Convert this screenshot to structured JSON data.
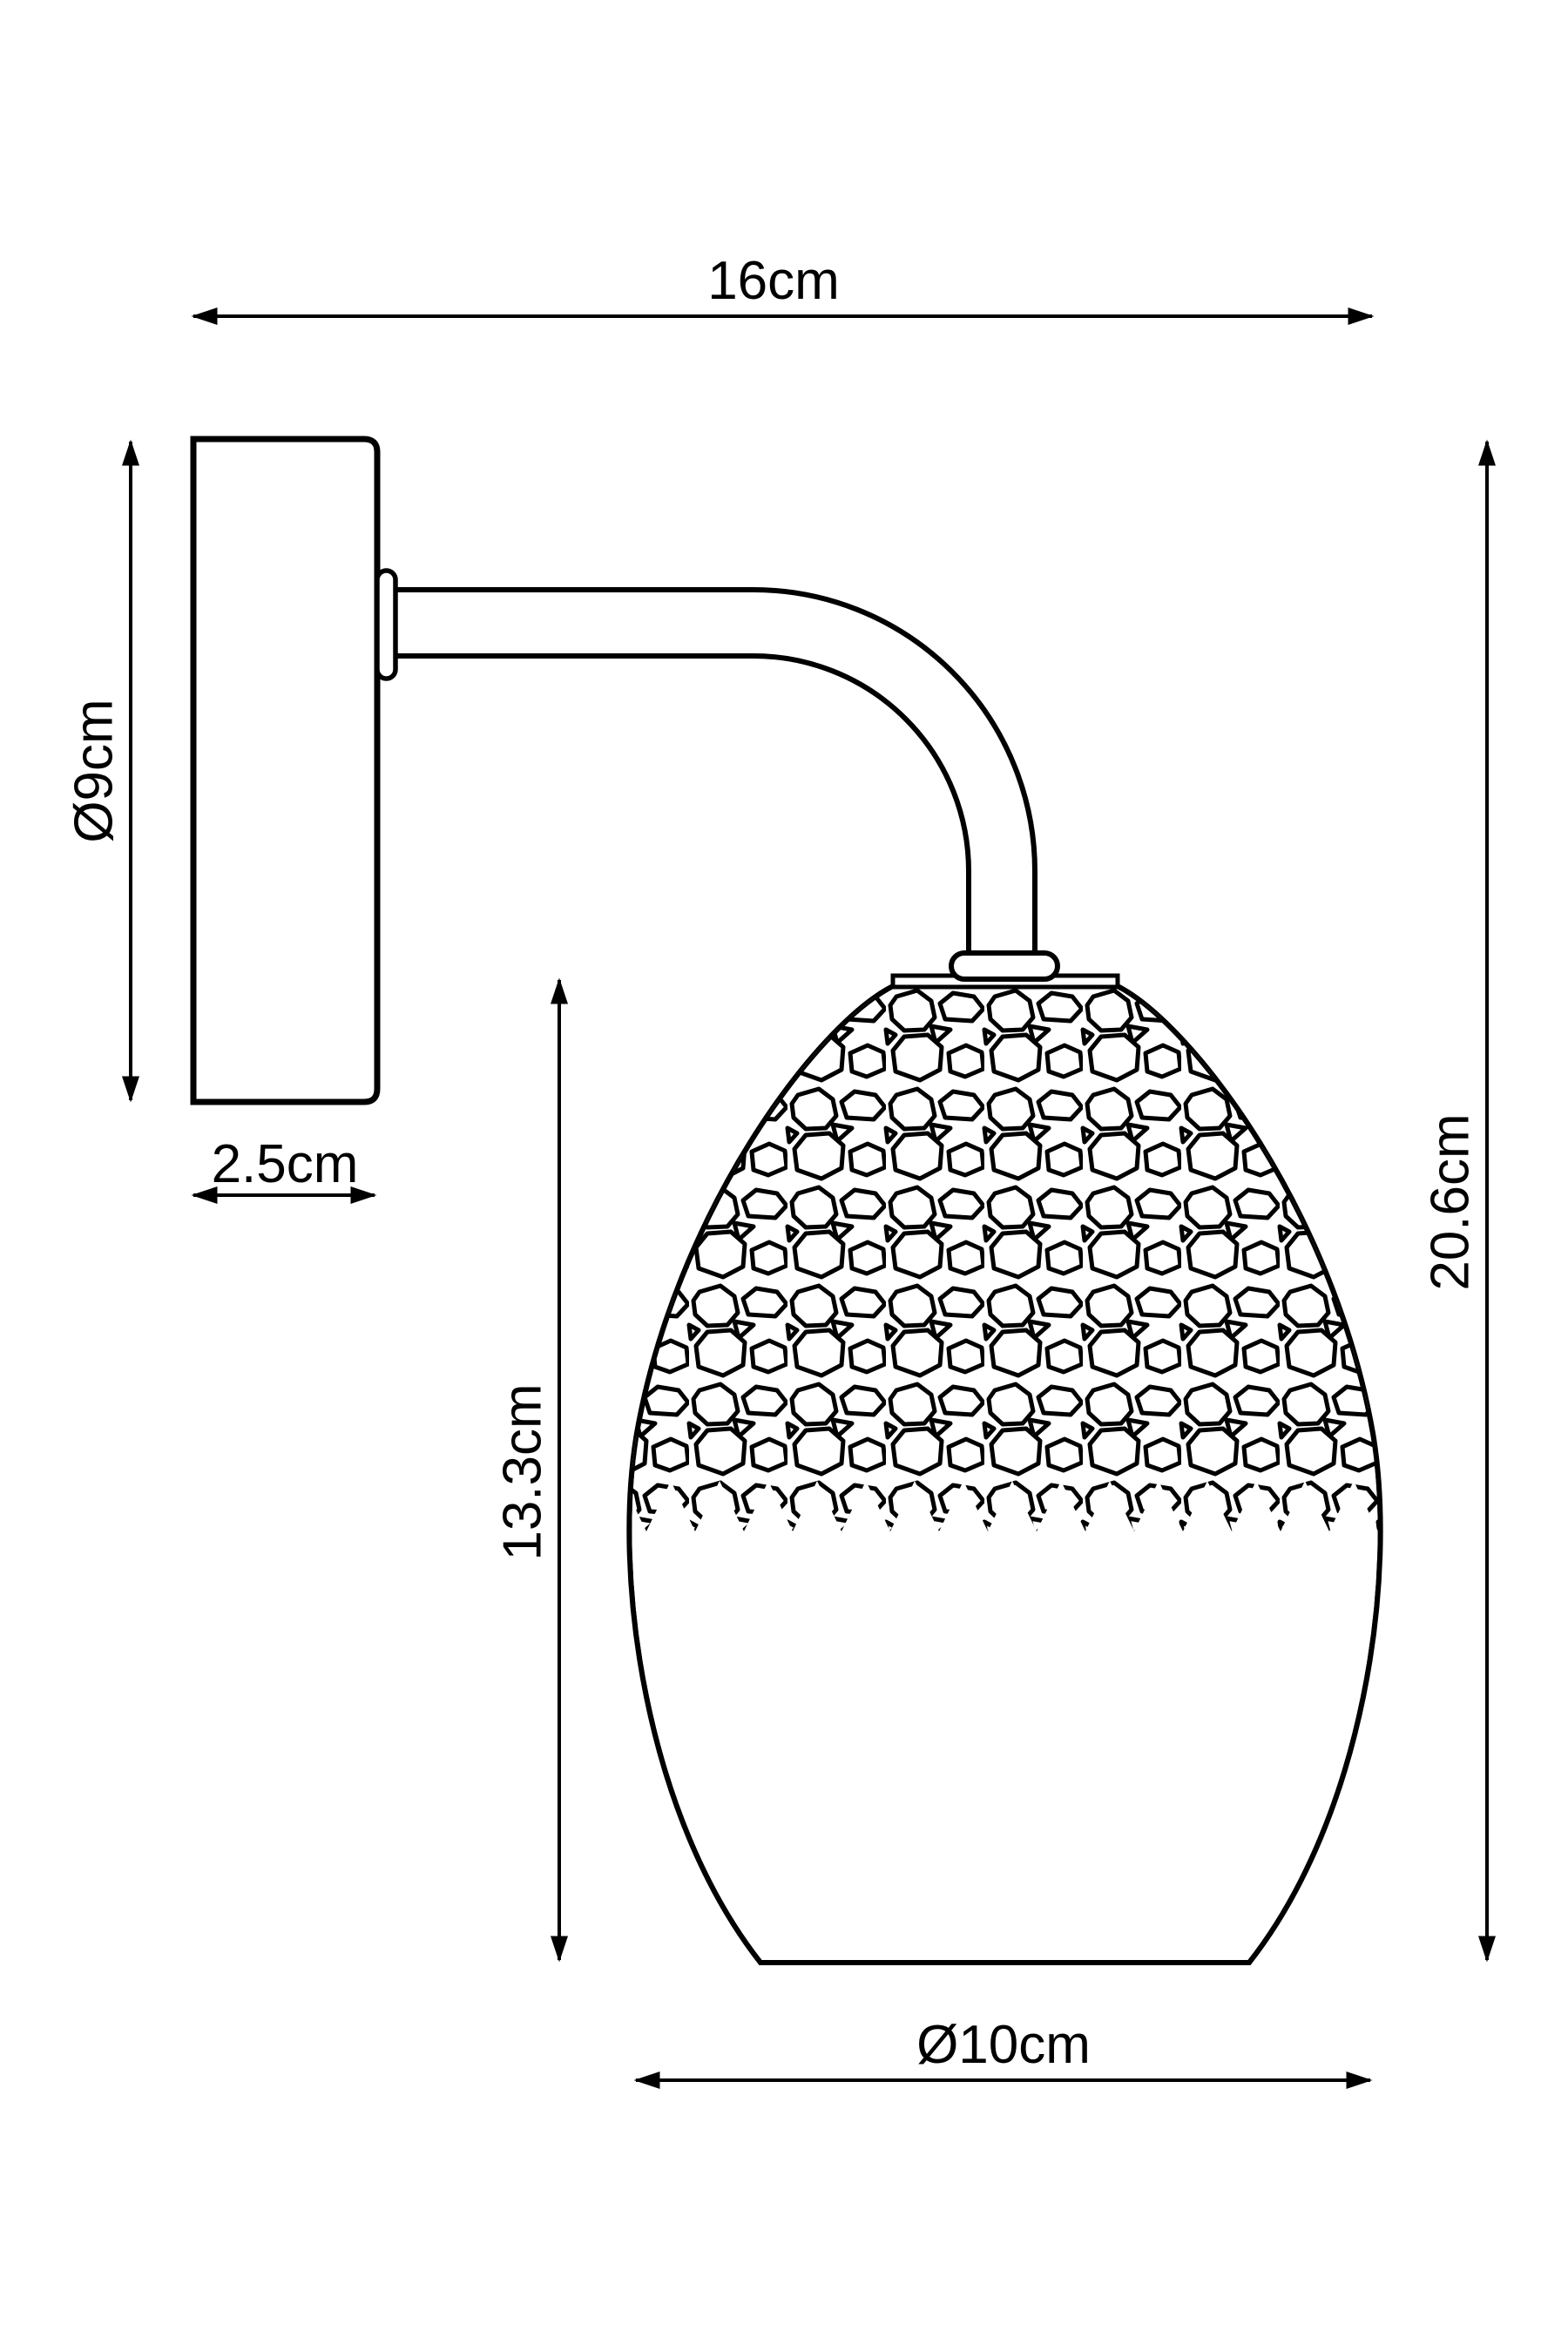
{
  "drawing": {
    "kind": "wall-lamp dimension diagram",
    "dimensions": {
      "overall_width": "16cm",
      "backplate_diameter": "Ø9cm",
      "backplate_depth": "2.5cm",
      "shade_height": "13.3cm",
      "overall_height": "20.6cm",
      "shade_diameter": "Ø10cm"
    },
    "colors": {
      "line": "#000000",
      "background": "#ffffff"
    }
  }
}
